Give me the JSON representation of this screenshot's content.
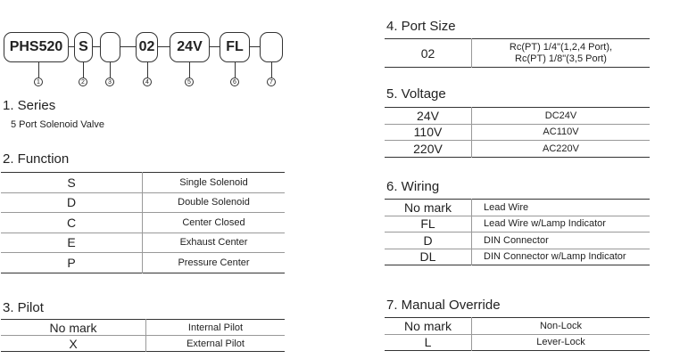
{
  "code": {
    "boxes": [
      "PHS520",
      "S",
      "",
      "02",
      "24V",
      "FL",
      ""
    ],
    "numbers": [
      "1",
      "2",
      "3",
      "4",
      "5",
      "6",
      "7"
    ]
  },
  "series": {
    "title": "1. Series",
    "desc": "5 Port Solenoid Valve"
  },
  "function": {
    "title": "2. Function",
    "rows": [
      [
        "S",
        "Single Solenoid"
      ],
      [
        "D",
        "Double Solenoid"
      ],
      [
        "C",
        "Center Closed"
      ],
      [
        "E",
        "Exhaust Center"
      ],
      [
        "P",
        "Pressure Center"
      ]
    ]
  },
  "pilot": {
    "title": "3. Pilot",
    "rows": [
      [
        "No mark",
        "Internal Pilot"
      ],
      [
        "X",
        "External Pilot"
      ]
    ]
  },
  "port": {
    "title": "4. Port Size",
    "code": "02",
    "line1": "Rc(PT) 1/4\"(1,2,4 Port),",
    "line2": "Rc(PT) 1/8\"(3,5 Port)"
  },
  "voltage": {
    "title": "5. Voltage",
    "rows": [
      [
        "24V",
        "DC24V"
      ],
      [
        "110V",
        "AC110V"
      ],
      [
        "220V",
        "AC220V"
      ]
    ]
  },
  "wiring": {
    "title": "6. Wiring",
    "rows": [
      [
        "No mark",
        "Lead Wire"
      ],
      [
        "FL",
        "Lead Wire w/Lamp Indicator"
      ],
      [
        "D",
        "DIN Connector"
      ],
      [
        "DL",
        "DIN Connector w/Lamp Indicator"
      ]
    ]
  },
  "override": {
    "title": "7. Manual Override",
    "rows": [
      [
        "No mark",
        "Non-Lock"
      ],
      [
        "L",
        "Lever-Lock"
      ]
    ]
  }
}
